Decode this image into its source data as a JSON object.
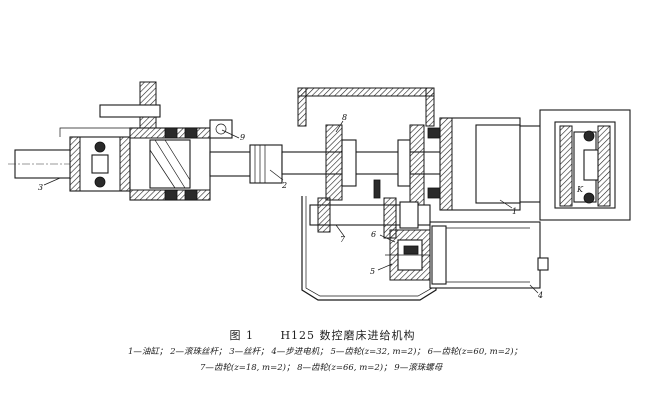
{
  "caption": {
    "figure_label": "图 1",
    "title": "H125 数控磨床进给机构"
  },
  "legend_lines": [
    "1—油缸； 2—滚珠丝杆； 3—丝杆； 4—步进电机； 5—齿轮(z=32, m=2)； 6—齿轮(z=60, m=2)；",
    "7—齿轮(z=18, m=2)； 8—齿轮(z=66, m=2)； 9—滚珠螺母"
  ],
  "callouts": {
    "c1": "1",
    "c2": "2",
    "c3": "3",
    "c4": "4",
    "c5": "5",
    "c6": "6",
    "c7": "7",
    "c8": "8",
    "c9": "9",
    "cK": "K"
  }
}
